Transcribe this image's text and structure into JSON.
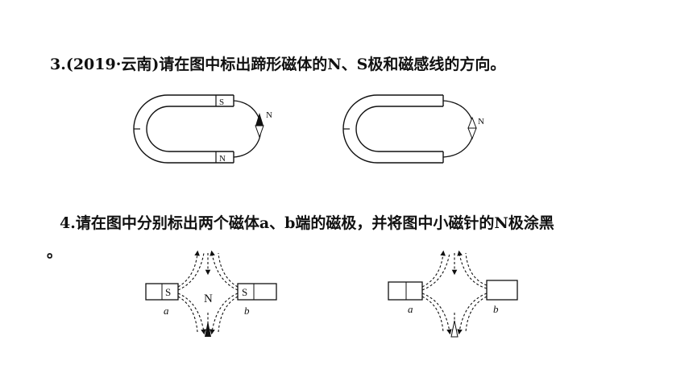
{
  "q3": {
    "text": "3.(2019·云南)请在图中标出蹄形磁体的N、S极和磁感线的方向。",
    "fig_left": {
      "top_label": "S",
      "bottom_label": "N",
      "needle_label": "N"
    },
    "fig_right": {
      "needle_label": "N"
    }
  },
  "q4": {
    "text": "4.请在图中分别标出两个磁体a、b端的磁极，并将图中小磁针的N极涂黑",
    "continuation": "。",
    "fig_left": {
      "left_pole": "S",
      "right_pole": "S",
      "center": "N",
      "left_end": "a",
      "right_end": "b"
    },
    "fig_right": {
      "left_end": "a",
      "right_end": "b"
    }
  }
}
